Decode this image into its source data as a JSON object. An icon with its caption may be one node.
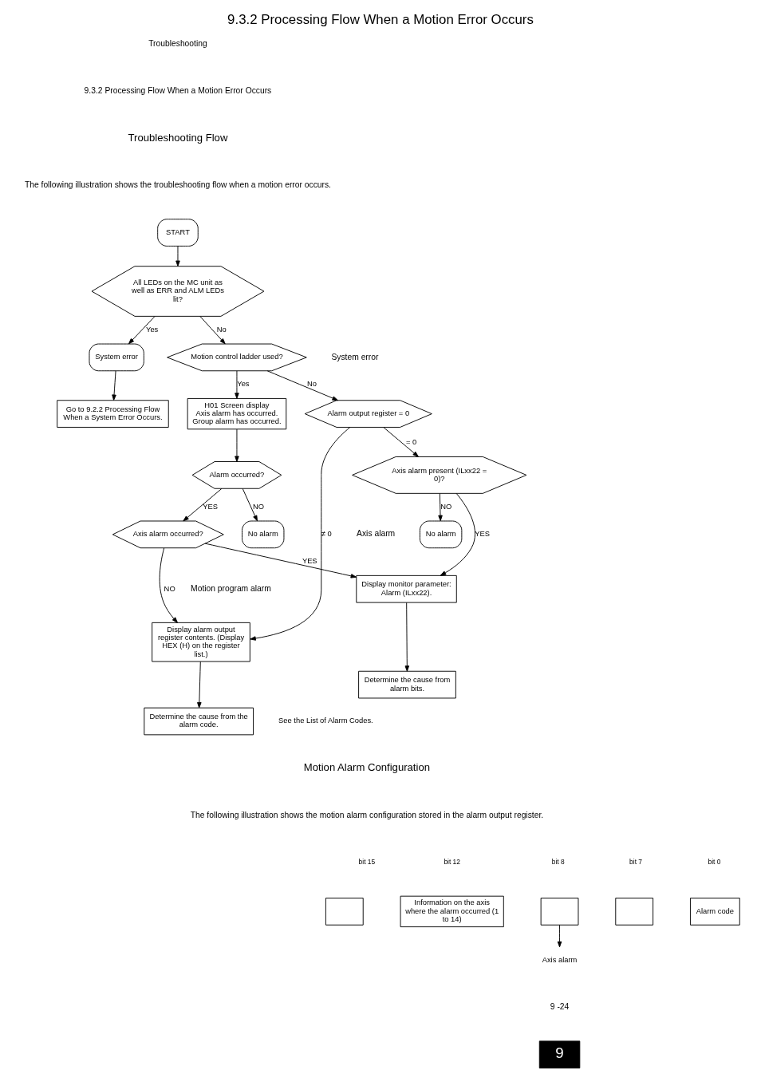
{
  "diagram": {
    "title": "9.3.2 Processing Flow When a Motion Error Occurs",
    "nodes": [
      {
        "text": [
          "START"
        ]
      },
      {
        "text": [
          "All LEDs on the MC unit as well as ERR and ALM LEDs lit?"
        ]
      },
      {
        "text": [
          "System error"
        ]
      },
      {
        "text": [
          "Go to 9.2.2 Processing Flow When a System Error Occurs."
        ]
      },
      {
        "text": [
          "Motion control ladder used?"
        ]
      },
      {
        "text": [
          "H01 Screen display",
          "Axis alarm has occurred.",
          "Group alarm has occurred."
        ]
      },
      {
        "text": [
          "Alarm occurred?"
        ]
      },
      {
        "text": [
          "No alarm"
        ]
      },
      {
        "text": [
          "Axis alarm occurred?"
        ]
      },
      {
        "text": [
          "Alarm output register = 0"
        ]
      },
      {
        "text": [
          "Display alarm output register contents. (Display HEX (H) on the register list.)"
        ]
      },
      {
        "text": [
          "Axis alarm present (ILxx22 = 0)?"
        ]
      },
      {
        "text": [
          "No alarm"
        ]
      },
      {
        "text": [
          "Determine the cause from the alarm code."
        ],
        "beside": [
          "See the List of Alarm Codes."
        ]
      },
      {
        "text": [
          "Display monitor parameter: Alarm (ILxx22)."
        ]
      },
      {
        "text": [
          "Determine the cause from alarm bits."
        ]
      },
      {
        "text": [],
        "shape": "box"
      },
      {
        "text": [
          "Information on the axis where the alarm occurred (1 to 14)"
        ]
      },
      {
        "text": [],
        "shape": "box"
      },
      {
        "text": [],
        "shape": "box"
      },
      {
        "text": [
          "Alarm code"
        ]
      },
      {
        "text": [
          "Axis alarm"
        ]
      }
    ],
    "edges": [
      {
        "from": 0,
        "to": 1,
        "arrow": "to"
      },
      {
        "from": 1,
        "to": 2,
        "arrow": "to",
        "label": "Yes"
      },
      {
        "from": 2,
        "to": 3,
        "arrow": "to"
      },
      {
        "from": 1,
        "to": 4,
        "arrow": "to",
        "label": "No"
      },
      {
        "from": 4,
        "to": 5,
        "arrow": "to",
        "label": "Yes"
      },
      {
        "from": 4,
        "to": 9,
        "arrow": "to",
        "label": "No"
      },
      {
        "from": 5,
        "to": 6,
        "arrow": "to"
      },
      {
        "from": 6,
        "to": 7,
        "arrow": "to",
        "label": "NO"
      },
      {
        "from": 6,
        "to": 8,
        "arrow": "to",
        "label": "YES"
      },
      {
        "from": 8,
        "to": 10,
        "arrow": "to",
        "label": "NO"
      },
      {
        "from": 9,
        "to": 10,
        "arrow": "to",
        "label": "≠ 0"
      },
      {
        "from": 8,
        "to": 14,
        "arrow": "to",
        "label": "YES"
      },
      {
        "from": 9,
        "to": 11,
        "arrow": "to",
        "label": "= 0"
      },
      {
        "from": 11,
        "to": 12,
        "arrow": "to",
        "label": "NO"
      },
      {
        "from": 11,
        "to": 14,
        "arrow": "to",
        "label": "YES"
      },
      {
        "from": 10,
        "to": 13,
        "arrow": "to"
      },
      {
        "from": 14,
        "to": 15,
        "arrow": "to"
      },
      {
        "from": 18,
        "to": 21,
        "arrow": "to"
      }
    ],
    "labels": [
      "Troubleshooting",
      "9.3.2 Processing Flow When a Motion Error Occurs",
      "Troubleshooting Flow",
      "The following illustration shows the troubleshooting flow when a motion error occurs.",
      "System error",
      "Motion program alarm",
      "Axis alarm",
      "Motion Alarm Configuration",
      "The following illustration shows the motion alarm configuration stored in the alarm output register.",
      "bit 15",
      "bit 12",
      "bit 8",
      "bit 7",
      "bit 0",
      "9 -24",
      "9"
    ]
  }
}
